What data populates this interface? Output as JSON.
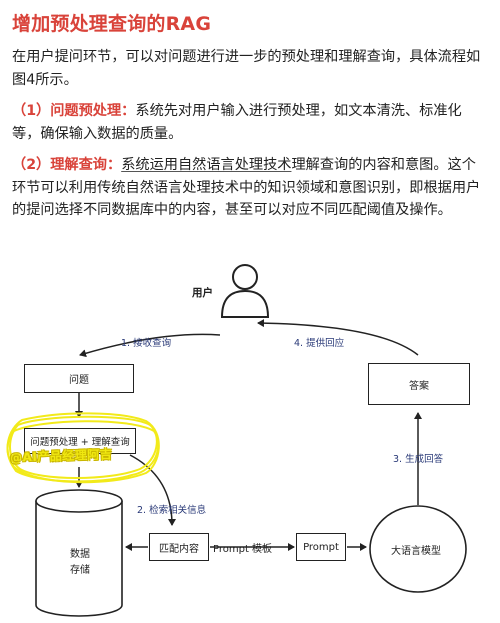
{
  "heading": "增加预处理查询的RAG",
  "intro": "在用户提问环节，可以对问题进行进一步的预处理和理解查询，具体流程如图4所示。",
  "point1": {
    "label": "（1）问题预处理：",
    "text": "系统先对用户输入进行预处理，如文本清洗、标准化等，确保输入数据的质量。"
  },
  "point2": {
    "label": "（2）理解查询：",
    "text_underlined": "系统运用自然语言处理技术",
    "text": "理解查询的内容和意图。这个环节可以利用传统自然语言处理技术中的知识领域和意图识别，即根据用户的提问选择不同数据库中的内容，甚至可以对应不同匹配阈值及操作。"
  },
  "diagram": {
    "user": "用户",
    "question": "问题",
    "preprocess": "问题预处理 + 理解查询",
    "storage_line1": "数据",
    "storage_line2": "存储",
    "match": "匹配内容",
    "prompt_template": "Prompt 模板",
    "prompt": "Prompt",
    "llm": "大语言模型",
    "answer": "答案",
    "step1": "1. 接收查询",
    "step2": "2. 检索相关信息",
    "step3": "3. 生成回答",
    "step4": "4. 提供回应",
    "watermark": "@AI产品经理阿吉"
  }
}
